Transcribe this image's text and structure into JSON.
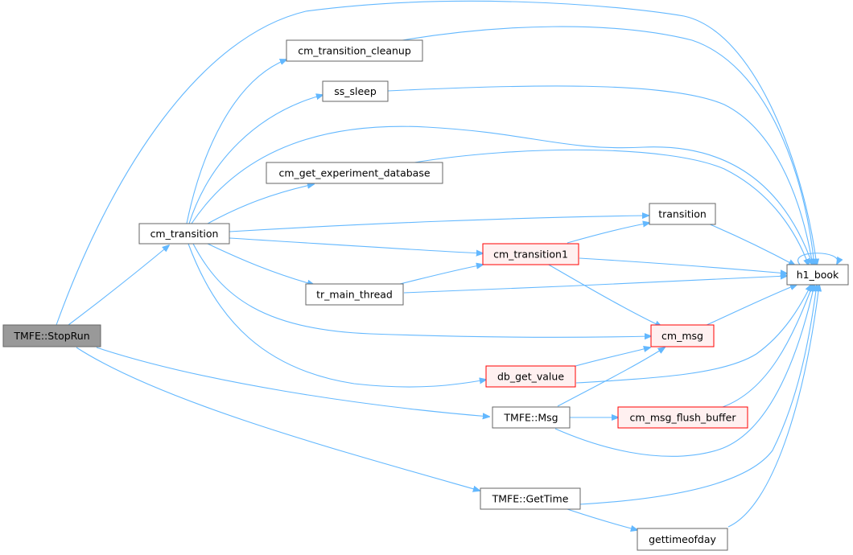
{
  "colors": {
    "edge": "#63b8ff",
    "root_fill": "#999999",
    "root_stroke": "#666666",
    "normal_fill": "#ffffff",
    "normal_stroke": "#666666",
    "truncated_fill": "#fff0f0",
    "truncated_stroke": "#ff0000"
  },
  "nodes": {
    "stoprun": {
      "label": "TMFE::StopRun",
      "style": "root"
    },
    "cm_transition": {
      "label": "cm_transition",
      "style": "normal"
    },
    "cleanup": {
      "label": "cm_transition_cleanup",
      "style": "normal"
    },
    "ss_sleep": {
      "label": "ss_sleep",
      "style": "normal"
    },
    "get_expdb": {
      "label": "cm_get_experiment_database",
      "style": "normal"
    },
    "transition": {
      "label": "transition",
      "style": "normal"
    },
    "trans1": {
      "label": "cm_transition1",
      "style": "truncated"
    },
    "tr_main": {
      "label": "tr_main_thread",
      "style": "normal"
    },
    "h1_book": {
      "label": "h1_book",
      "style": "normal"
    },
    "cm_msg": {
      "label": "cm_msg",
      "style": "truncated"
    },
    "db_get": {
      "label": "db_get_value",
      "style": "truncated"
    },
    "msg": {
      "label": "TMFE::Msg",
      "style": "normal"
    },
    "flush": {
      "label": "cm_msg_flush_buffer",
      "style": "truncated"
    },
    "gettime": {
      "label": "TMFE::GetTime",
      "style": "normal"
    },
    "gettimeofday": {
      "label": "gettimeofday",
      "style": "normal"
    }
  },
  "edges": [
    {
      "from": "stoprun",
      "to": "h1_book"
    },
    {
      "from": "stoprun",
      "to": "cm_transition"
    },
    {
      "from": "stoprun",
      "to": "msg"
    },
    {
      "from": "stoprun",
      "to": "gettime"
    },
    {
      "from": "cm_transition",
      "to": "cleanup"
    },
    {
      "from": "cm_transition",
      "to": "ss_sleep"
    },
    {
      "from": "cm_transition",
      "to": "h1_book"
    },
    {
      "from": "cm_transition",
      "to": "get_expdb"
    },
    {
      "from": "cm_transition",
      "to": "transition"
    },
    {
      "from": "cm_transition",
      "to": "trans1"
    },
    {
      "from": "cm_transition",
      "to": "tr_main"
    },
    {
      "from": "cm_transition",
      "to": "cm_msg"
    },
    {
      "from": "cm_transition",
      "to": "db_get"
    },
    {
      "from": "cleanup",
      "to": "h1_book"
    },
    {
      "from": "ss_sleep",
      "to": "h1_book"
    },
    {
      "from": "get_expdb",
      "to": "h1_book"
    },
    {
      "from": "transition",
      "to": "h1_book"
    },
    {
      "from": "trans1",
      "to": "transition"
    },
    {
      "from": "trans1",
      "to": "h1_book"
    },
    {
      "from": "trans1",
      "to": "cm_msg"
    },
    {
      "from": "tr_main",
      "to": "trans1"
    },
    {
      "from": "tr_main",
      "to": "h1_book"
    },
    {
      "from": "h1_book",
      "to": "h1_book"
    },
    {
      "from": "cm_msg",
      "to": "h1_book"
    },
    {
      "from": "db_get",
      "to": "cm_msg"
    },
    {
      "from": "db_get",
      "to": "h1_book"
    },
    {
      "from": "msg",
      "to": "cm_msg"
    },
    {
      "from": "msg",
      "to": "flush"
    },
    {
      "from": "msg",
      "to": "h1_book"
    },
    {
      "from": "flush",
      "to": "h1_book"
    },
    {
      "from": "gettime",
      "to": "h1_book"
    },
    {
      "from": "gettime",
      "to": "gettimeofday"
    },
    {
      "from": "gettimeofday",
      "to": "h1_book"
    }
  ]
}
